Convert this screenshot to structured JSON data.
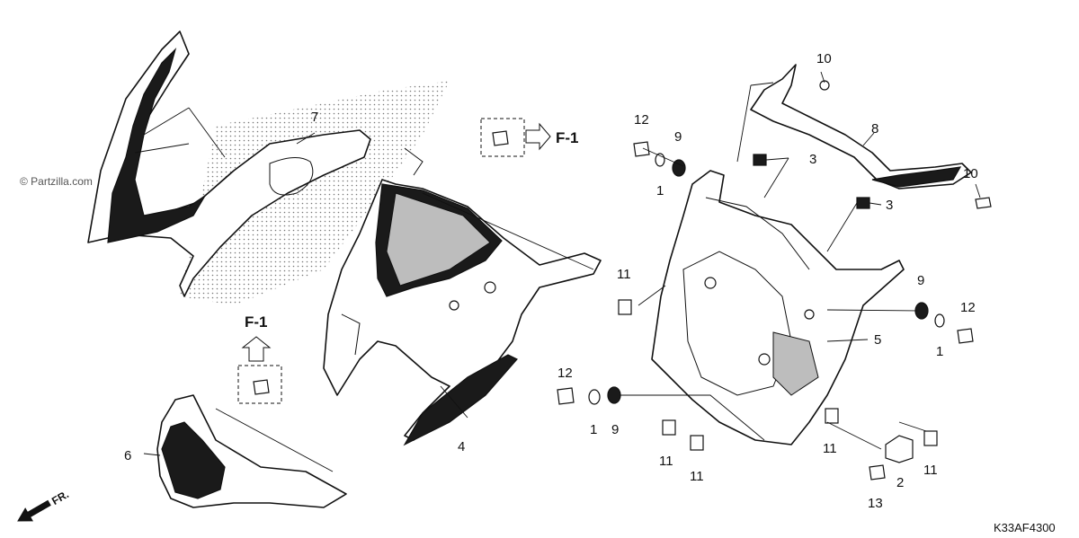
{
  "watermark": "© Partzilla.com",
  "diagram_code": "K33AF4300",
  "direction_label": "FR.",
  "figure_refs": {
    "top": "F-1",
    "left": "F-1"
  },
  "callouts": {
    "c7": "7",
    "c4": "4",
    "c6": "6",
    "c10a": "10",
    "c10b": "10",
    "c12a": "12",
    "c9a": "9",
    "c1a": "1",
    "c8": "8",
    "c3a": "3",
    "c3b": "3",
    "c9b": "9",
    "c12b": "12",
    "c1b": "1",
    "c5": "5",
    "c11a": "11",
    "c12c": "12",
    "c1c": "1",
    "c9c": "9",
    "c11b": "11",
    "c11c": "11",
    "c11d": "11",
    "c11e": "11",
    "c13": "13",
    "c2": "2"
  },
  "parts": [
    {
      "id": "windscreen",
      "icon": "windscreen-part"
    },
    {
      "id": "front-cowl",
      "icon": "front-cowl-part"
    },
    {
      "id": "under-cowl",
      "icon": "under-cowl-part"
    },
    {
      "id": "inner-stay",
      "icon": "inner-stay-part"
    },
    {
      "id": "meter-cover",
      "icon": "meter-cover-part"
    }
  ]
}
